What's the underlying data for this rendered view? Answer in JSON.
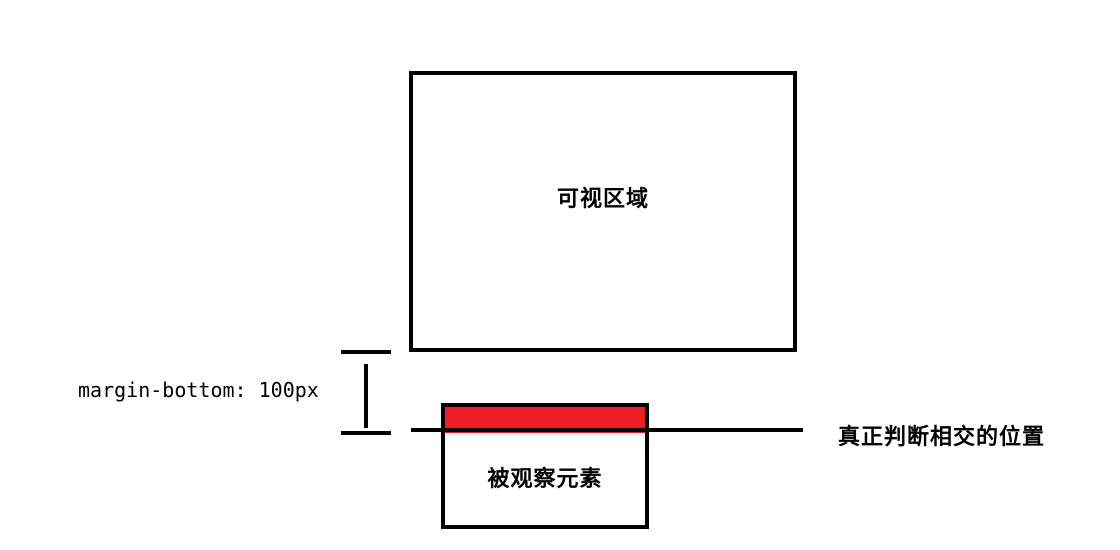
{
  "viewport": {
    "label": "可视区域"
  },
  "observed_element": {
    "label": "被观察元素",
    "intersect_color": "#ee1c24"
  },
  "margin_annotation": {
    "label": "margin-bottom: 100px"
  },
  "intersection_line": {
    "label": "真正判断相交的位置"
  }
}
